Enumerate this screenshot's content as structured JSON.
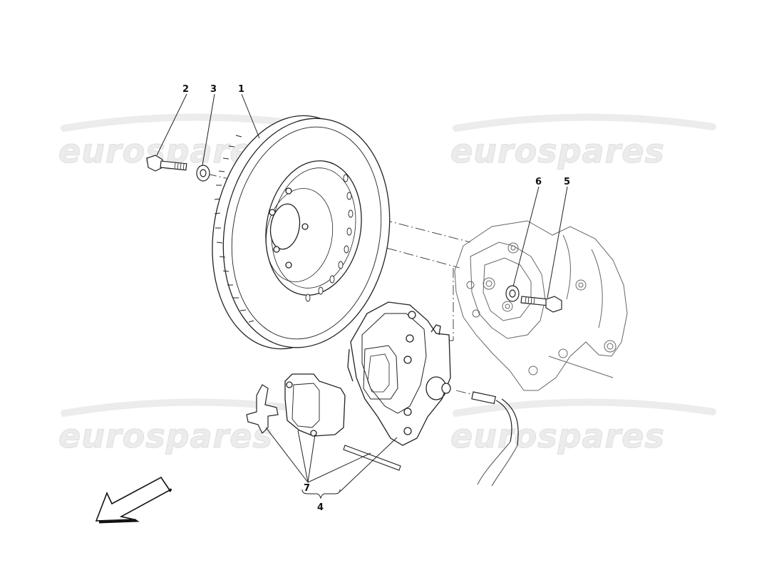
{
  "diagram": {
    "watermark": "eurospares",
    "callouts": {
      "p1": "1",
      "p2": "2",
      "p3": "3",
      "p4": "4",
      "p5": "5",
      "p6": "6",
      "p7": "7"
    }
  }
}
